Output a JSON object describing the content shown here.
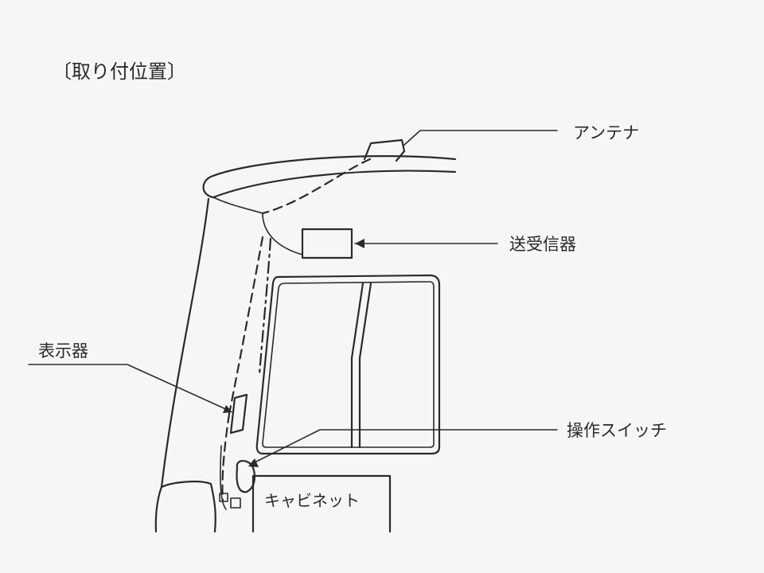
{
  "title": "〔取り付位置〕",
  "labels": {
    "antenna": "アンテナ",
    "transceiver": "送受信器",
    "display": "表示器",
    "switch": "操作スイッチ",
    "cabinet": "キャビネット"
  }
}
